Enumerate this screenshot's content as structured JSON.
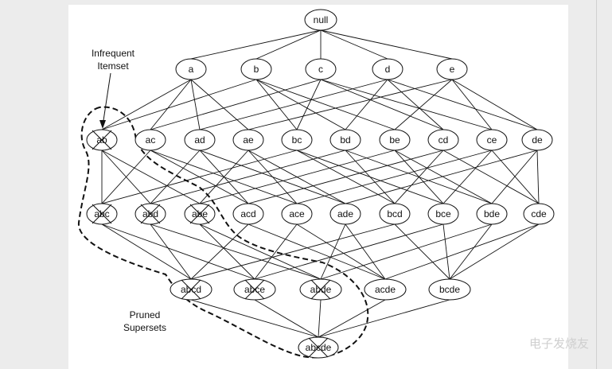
{
  "diagram": {
    "nodes": [
      "null",
      "a",
      "b",
      "c",
      "d",
      "e",
      "ab",
      "ac",
      "ad",
      "ae",
      "bc",
      "bd",
      "be",
      "cd",
      "ce",
      "de",
      "abc",
      "abd",
      "abe",
      "acd",
      "ace",
      "ade",
      "bcd",
      "bce",
      "bde",
      "cde",
      "abcd",
      "abce",
      "abde",
      "acde",
      "bcde",
      "abcde"
    ],
    "pruned": [
      "ab",
      "abc",
      "abd",
      "abe",
      "abcd",
      "abce",
      "abde",
      "abcde"
    ],
    "annotations": {
      "infrequent_line1": "Infrequent",
      "infrequent_line2": "Itemset",
      "pruned_line1": "Pruned",
      "pruned_line2": "Supersets"
    },
    "watermark": "电子发烧友",
    "colors": {
      "background": "#ffffff",
      "stroke": "#111111"
    }
  }
}
